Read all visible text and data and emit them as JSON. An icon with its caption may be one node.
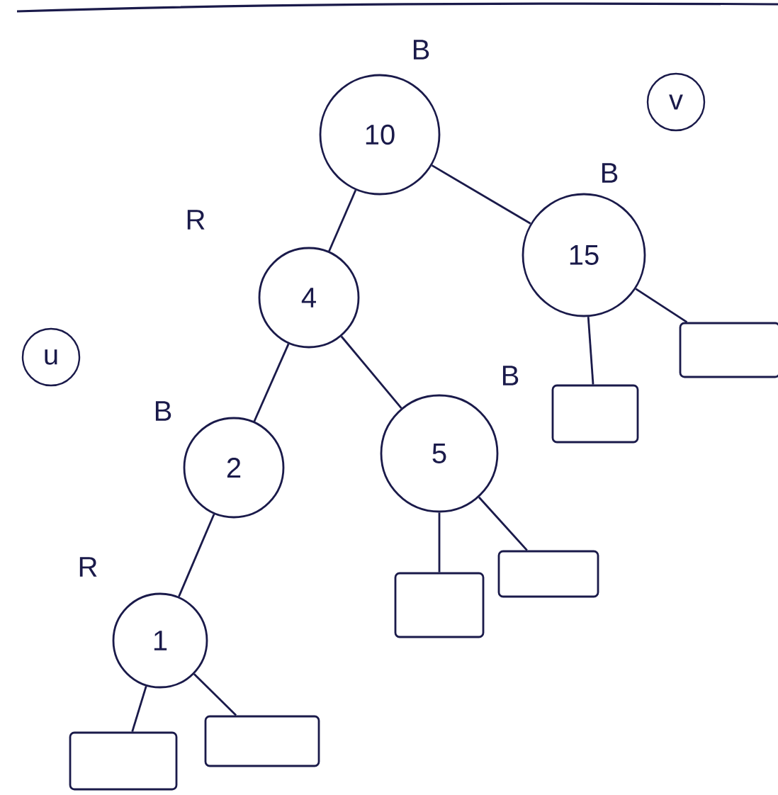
{
  "diagram": {
    "nodes": [
      {
        "text": [
          "10"
        ],
        "beside": [
          "B"
        ]
      },
      {
        "text": [
          "4"
        ],
        "beside": [
          "R"
        ]
      },
      {
        "text": [
          "15"
        ],
        "beside": [
          "B"
        ]
      },
      {
        "text": [
          "2"
        ],
        "beside": [
          "B"
        ]
      },
      {
        "text": [
          "5"
        ],
        "beside": [
          "B"
        ]
      },
      {
        "text": [
          "1"
        ],
        "beside": [
          "R"
        ]
      },
      {
        "text": [],
        "shape": "box"
      },
      {
        "text": [],
        "shape": "box"
      },
      {
        "text": [],
        "shape": "box"
      },
      {
        "text": [],
        "shape": "box"
      },
      {
        "text": [],
        "shape": "box"
      },
      {
        "text": [],
        "shape": "box"
      }
    ],
    "edges": [
      {
        "from": 0,
        "to": 1,
        "arrow": "none"
      },
      {
        "from": 0,
        "to": 2,
        "arrow": "none"
      },
      {
        "from": 1,
        "to": 3,
        "arrow": "none"
      },
      {
        "from": 1,
        "to": 4,
        "arrow": "none"
      },
      {
        "from": 3,
        "to": 5,
        "arrow": "none"
      },
      {
        "from": 5,
        "to": 6,
        "arrow": "none"
      },
      {
        "from": 5,
        "to": 7,
        "arrow": "none"
      },
      {
        "from": 4,
        "to": 8,
        "arrow": "none"
      },
      {
        "from": 4,
        "to": 9,
        "arrow": "none"
      },
      {
        "from": 2,
        "to": 10,
        "arrow": "none"
      },
      {
        "from": 2,
        "to": 11,
        "arrow": "none"
      }
    ],
    "labels": [
      "v",
      "u"
    ]
  }
}
